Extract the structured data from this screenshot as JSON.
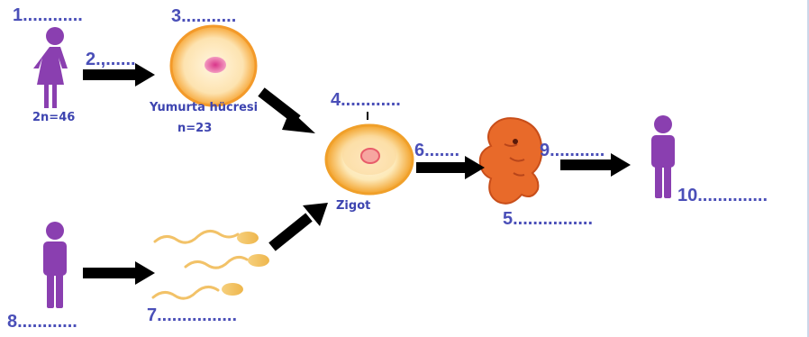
{
  "labels": {
    "l1": "1............",
    "l2": "2.,......",
    "l3": "3...........",
    "l4": "4............",
    "l5": "5................",
    "l6": "6.......",
    "l7": "7................",
    "l8": "8............",
    "l9": "9...........",
    "l10": "10..............",
    "mother_chromosome": "2n=46",
    "egg_cell": "Yumurta hücresi",
    "egg_chromosome": "n=23",
    "zygote": "Zigot"
  },
  "colors": {
    "label_blue": "#4a4fb8",
    "person_purple": "#8a3fb0",
    "cell_orange": "#f7a93c",
    "cell_fill": "#fde9c4",
    "nucleus_pink": "#e6508e",
    "embryo": "#e86a2a",
    "arrow": "#000000"
  }
}
